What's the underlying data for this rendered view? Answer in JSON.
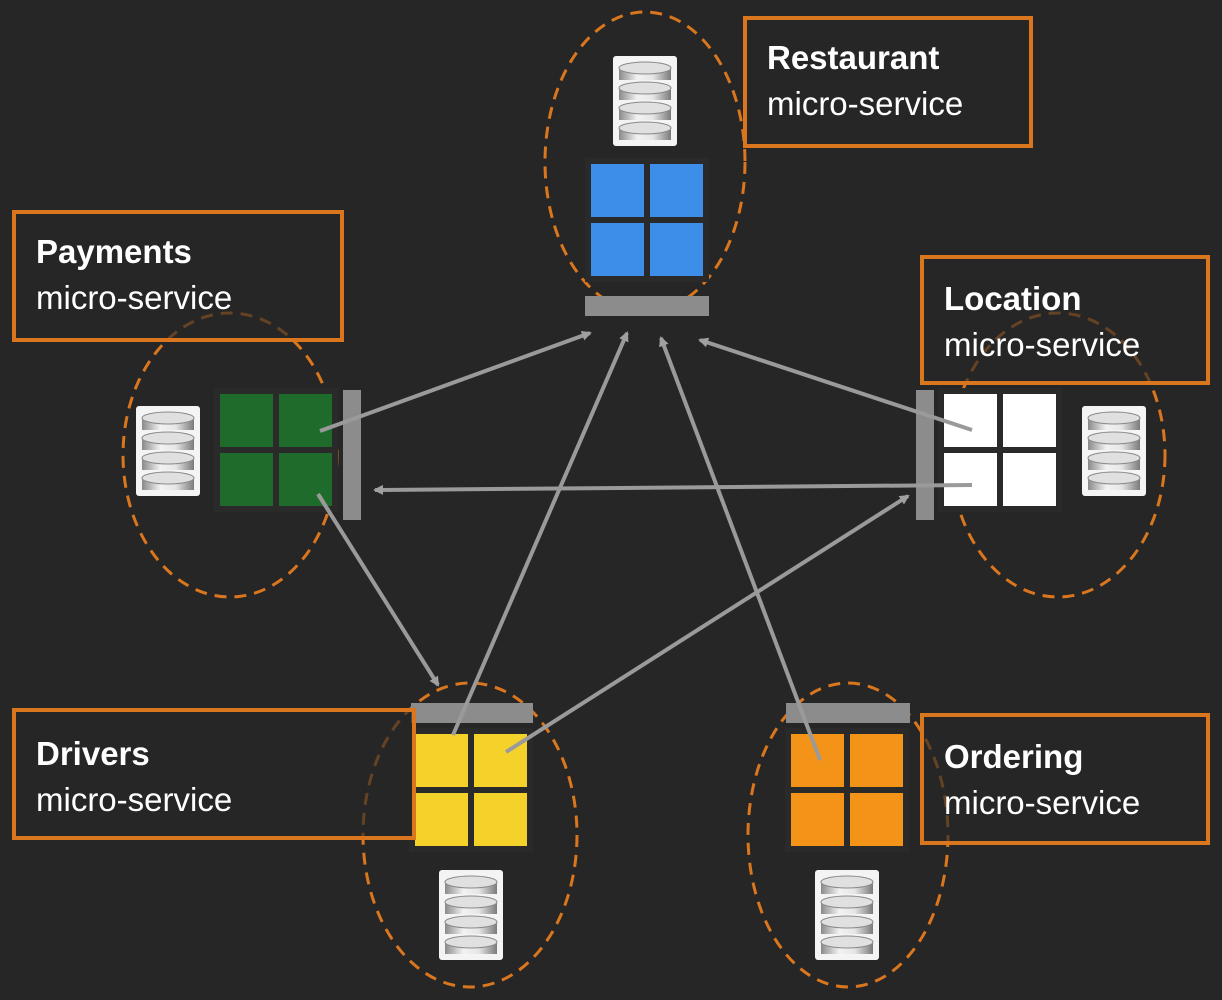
{
  "services": [
    {
      "id": "restaurant",
      "title": "Restaurant",
      "subtitle": "micro-service",
      "color": "#3d8ee8"
    },
    {
      "id": "payments",
      "title": "Payments",
      "subtitle": "micro-service",
      "color": "#1f6b2c"
    },
    {
      "id": "location",
      "title": "Location",
      "subtitle": "micro-service",
      "color": "#ffffff"
    },
    {
      "id": "drivers",
      "title": "Drivers",
      "subtitle": "micro-service",
      "color": "#f5d22a"
    },
    {
      "id": "ordering",
      "title": "Ordering",
      "subtitle": "micro-service",
      "color": "#f39419"
    }
  ],
  "connections": [
    {
      "from": "payments",
      "to": "restaurant"
    },
    {
      "from": "location",
      "to": "restaurant"
    },
    {
      "from": "location",
      "to": "payments"
    },
    {
      "from": "payments",
      "to": "drivers"
    },
    {
      "from": "drivers",
      "to": "restaurant"
    },
    {
      "from": "drivers",
      "to": "location"
    },
    {
      "from": "ordering",
      "to": "restaurant"
    }
  ],
  "colors": {
    "background": "#262626",
    "accent": "#d9761e",
    "arrow": "#9a9a9a",
    "interface_bar": "#8c8c8c"
  }
}
